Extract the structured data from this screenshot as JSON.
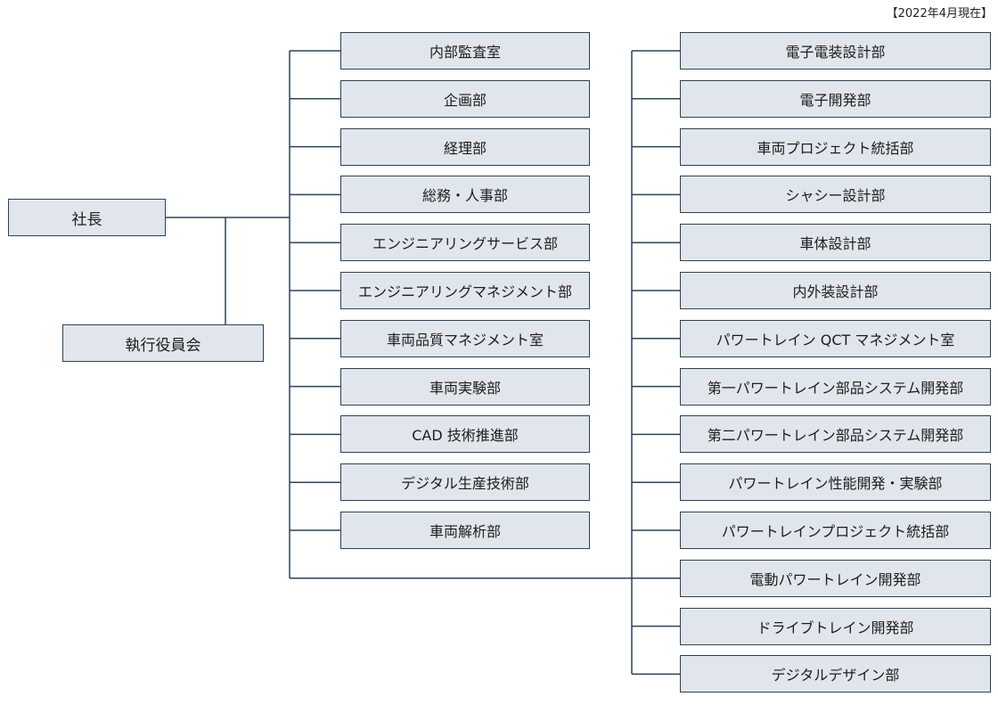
{
  "as_of": "【2022年4月現在】",
  "colors": {
    "line": "#2d4257",
    "box_fill": "#e1e6ec",
    "box_border": "#2d4257"
  },
  "top": {
    "president": "社長",
    "executive_committee": "執行役員会"
  },
  "departments_left": [
    "内部監査室",
    "企画部",
    "経理部",
    "総務・人事部",
    "エンジニアリングサービス部",
    "エンジニアリングマネジメント部",
    "車両品質マネジメント室",
    "車両実験部",
    "CAD 技術推進部",
    "デジタル生産技術部",
    "車両解析部"
  ],
  "departments_right": [
    "電子電装設計部",
    "電子開発部",
    "車両プロジェクト統括部",
    "シャシー設計部",
    "車体設計部",
    "内外装設計部",
    "パワートレイン QCT マネジメント室",
    "第一パワートレイン部品システム開発部",
    "第二パワートレイン部品システム開発部",
    "パワートレイン性能開発・実験部",
    "パワートレインプロジェクト統括部",
    "電動パワートレイン開発部",
    "ドライブトレイン開発部",
    "デジタルデザイン部"
  ]
}
